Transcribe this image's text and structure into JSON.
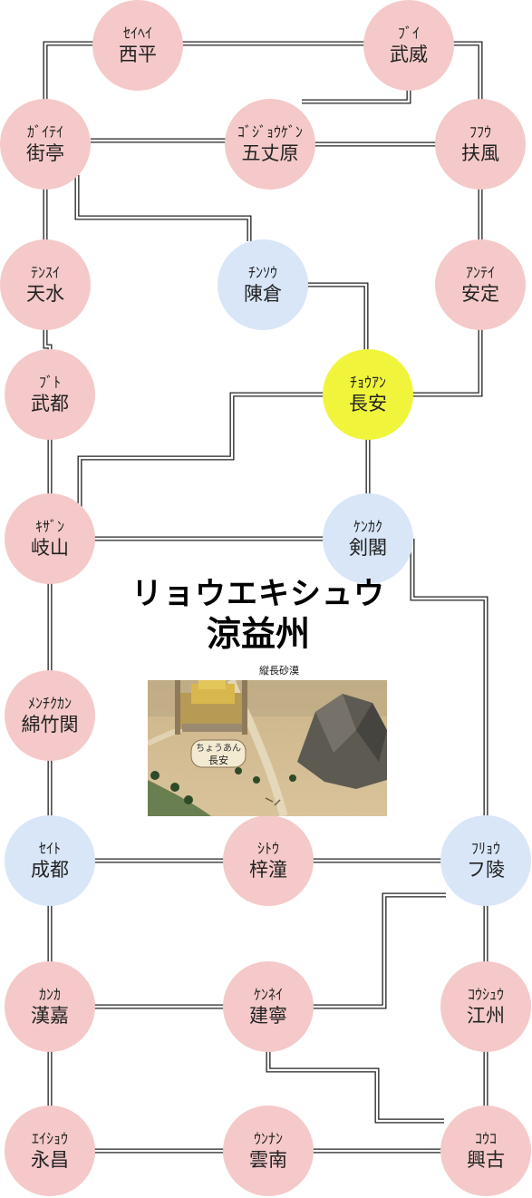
{
  "title": {
    "reading": "リョウエキシュウ",
    "kanji": "涼益州"
  },
  "caption": "縦長砂漠",
  "map_label": {
    "reading": "ちょうあん",
    "kanji": "長安"
  },
  "colors": {
    "pink": "#f5c9c9",
    "blue": "#d8e6f8",
    "yellow": "#f0f53c",
    "line": "#222222"
  },
  "nodes": [
    {
      "id": "seihei",
      "reading": "ｾｲﾍｲ",
      "kanji": "西平",
      "color": "pink"
    },
    {
      "id": "bui",
      "reading": "ﾌﾞｲ",
      "kanji": "武威",
      "color": "pink"
    },
    {
      "id": "gaitei",
      "reading": "ｶﾞｲﾃｲ",
      "kanji": "街亭",
      "color": "pink"
    },
    {
      "id": "gojougen",
      "reading": "ｺﾞｼﾞｮｳｹﾞﾝ",
      "kanji": "五丈原",
      "color": "pink"
    },
    {
      "id": "fufuu",
      "reading": "ﾌﾌｳ",
      "kanji": "扶風",
      "color": "pink"
    },
    {
      "id": "tensui",
      "reading": "ﾃﾝｽｲ",
      "kanji": "天水",
      "color": "pink"
    },
    {
      "id": "chinsou",
      "reading": "ﾁﾝｿｳ",
      "kanji": "陳倉",
      "color": "blue"
    },
    {
      "id": "antei",
      "reading": "ｱﾝﾃｲ",
      "kanji": "安定",
      "color": "pink"
    },
    {
      "id": "buto",
      "reading": "ﾌﾞﾄ",
      "kanji": "武都",
      "color": "pink"
    },
    {
      "id": "chouan",
      "reading": "ﾁｮｳｱﾝ",
      "kanji": "長安",
      "color": "yellow"
    },
    {
      "id": "kizan",
      "reading": "ｷｻﾞﾝ",
      "kanji": "岐山",
      "color": "pink"
    },
    {
      "id": "kenkaku",
      "reading": "ｹﾝｶｸ",
      "kanji": "剣閣",
      "color": "blue"
    },
    {
      "id": "menchikukan",
      "reading": "ﾒﾝﾁｸｶﾝ",
      "kanji": "綿竹関",
      "color": "pink"
    },
    {
      "id": "seito",
      "reading": "ｾｲﾄ",
      "kanji": "成都",
      "color": "blue"
    },
    {
      "id": "shitou",
      "reading": "ｼﾄｳ",
      "kanji": "梓潼",
      "color": "pink"
    },
    {
      "id": "furyou",
      "reading": "ﾌﾘｮｳ",
      "kanji": "フ陵",
      "color": "blue"
    },
    {
      "id": "kanka",
      "reading": "ｶﾝｶ",
      "kanji": "漢嘉",
      "color": "pink"
    },
    {
      "id": "kennei",
      "reading": "ｹﾝﾈｲ",
      "kanji": "建寧",
      "color": "pink"
    },
    {
      "id": "koushuu",
      "reading": "ｺｳｼｭｳ",
      "kanji": "江州",
      "color": "pink"
    },
    {
      "id": "eishou",
      "reading": "ｴｲｼｮｳ",
      "kanji": "永昌",
      "color": "pink"
    },
    {
      "id": "unnan",
      "reading": "ｳﾝﾅﾝ",
      "kanji": "雲南",
      "color": "pink"
    },
    {
      "id": "kouko",
      "reading": "ｺｳｺ",
      "kanji": "興古",
      "color": "pink"
    }
  ]
}
